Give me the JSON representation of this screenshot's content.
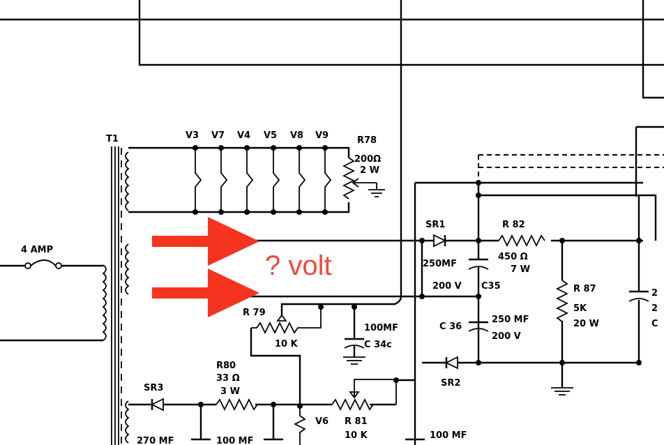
{
  "transformer": {
    "label": "T1"
  },
  "fuse": {
    "label": "4 AMP"
  },
  "tubes": [
    "V3",
    "V7",
    "V4",
    "V5",
    "V8",
    "V9"
  ],
  "r78": {
    "name": "R78",
    "value": "200Ω",
    "power": "2 W"
  },
  "sr1": {
    "name": "SR1"
  },
  "r82": {
    "name": "R 82",
    "value": "450 Ω",
    "power": "7 W"
  },
  "c35": {
    "cap": "250MF",
    "volt": "200 V",
    "name": "C35"
  },
  "c36": {
    "name": "C 36",
    "cap": "250 MF",
    "volt": "200 V"
  },
  "r87": {
    "name": "R 87",
    "value": "5K",
    "power": "20 W"
  },
  "sr2": {
    "name": "SR2"
  },
  "r79": {
    "name": "R 79",
    "value": "10 K"
  },
  "c34c": {
    "cap": "100MF",
    "name": "C 34c"
  },
  "r80": {
    "name": "R80",
    "value": "33 Ω",
    "power": "3 W"
  },
  "sr3": {
    "name": "SR3"
  },
  "c270": {
    "cap": "270 MF"
  },
  "c100a": {
    "cap": "100 MF"
  },
  "v6": {
    "name": "V6"
  },
  "r81": {
    "name": "R 81",
    "value": "10 K"
  },
  "c100b": {
    "cap": "100 MF"
  },
  "right_partial": {
    "t1": "2",
    "t2": "2",
    "t3": "C"
  },
  "annotation": {
    "text": "? volt",
    "color": "#f04a3a",
    "arrow_color": "#f5341f"
  }
}
